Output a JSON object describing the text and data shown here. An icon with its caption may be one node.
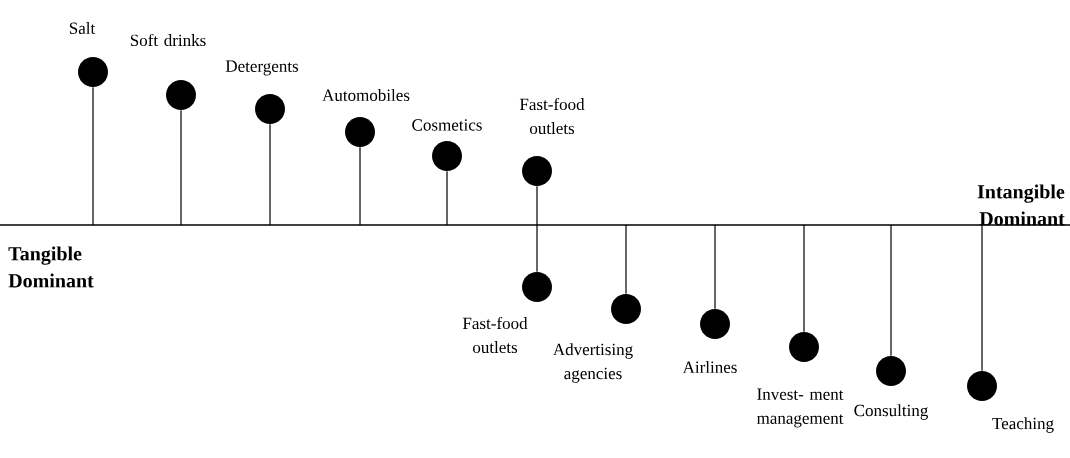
{
  "diagram": {
    "nodes": [
      {
        "text": [],
        "shape": "circle",
        "beside": [
          "Salt"
        ]
      },
      {
        "text": [],
        "shape": "circle",
        "beside": [
          "Soft drinks"
        ]
      },
      {
        "text": [],
        "shape": "circle",
        "beside": [
          "Detergents"
        ]
      },
      {
        "text": [],
        "shape": "circle",
        "beside": [
          "Automobiles"
        ]
      },
      {
        "text": [],
        "shape": "circle",
        "beside": [
          "Cosmetics"
        ]
      },
      {
        "text": [],
        "shape": "circle",
        "beside": [
          "Fast-food outlets"
        ]
      },
      {
        "text": [],
        "shape": "circle",
        "beside": [
          "Fast-food outlets"
        ]
      },
      {
        "text": [],
        "shape": "circle",
        "beside": [
          "Advertising agencies"
        ]
      },
      {
        "text": [],
        "shape": "circle",
        "beside": [
          "Airlines"
        ]
      },
      {
        "text": [],
        "shape": "circle",
        "beside": [
          "Invest- ment management"
        ]
      },
      {
        "text": [],
        "shape": "circle",
        "beside": [
          "Consulting"
        ]
      },
      {
        "text": [],
        "shape": "circle",
        "beside": [
          "Teaching"
        ]
      },
      {
        "text": [],
        "shape": "bar"
      }
    ],
    "edges": [
      {
        "from": 0,
        "to": 12,
        "arrow": "none"
      },
      {
        "from": 1,
        "to": 12,
        "arrow": "none"
      },
      {
        "from": 2,
        "to": 12,
        "arrow": "none"
      },
      {
        "from": 3,
        "to": 12,
        "arrow": "none"
      },
      {
        "from": 4,
        "to": 12,
        "arrow": "none"
      },
      {
        "from": 5,
        "to": 12,
        "arrow": "none"
      },
      {
        "from": 6,
        "to": 12,
        "arrow": "none"
      },
      {
        "from": 7,
        "to": 12,
        "arrow": "none"
      },
      {
        "from": 8,
        "to": 12,
        "arrow": "none"
      },
      {
        "from": 9,
        "to": 12,
        "arrow": "none"
      },
      {
        "from": 10,
        "to": 12,
        "arrow": "none"
      },
      {
        "from": 11,
        "to": 12,
        "arrow": "none"
      }
    ],
    "labels": [
      "Intangible Dominant",
      "Tangible Dominant"
    ]
  }
}
